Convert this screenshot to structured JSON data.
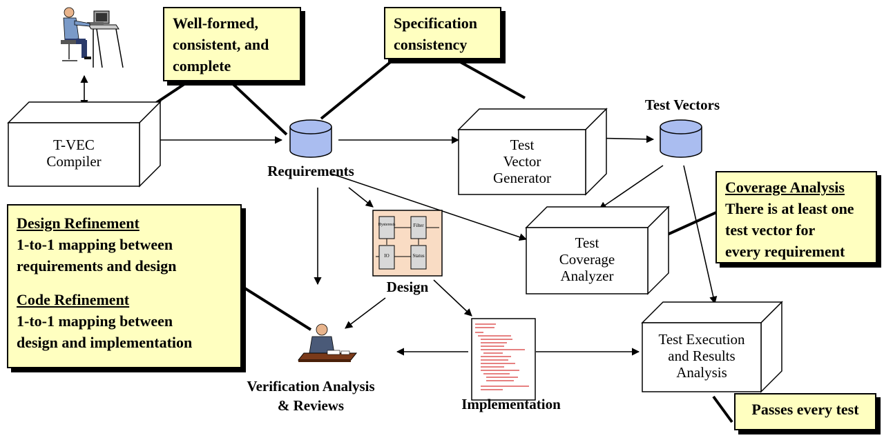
{
  "callouts": {
    "wellformed": [
      "Well-formed,",
      "consistent, and",
      "complete"
    ],
    "spec": [
      "Specification",
      "consistency"
    ],
    "coverage": {
      "title": "Coverage Analysis",
      "lines": [
        "There is at least one",
        "test vector for",
        "every requirement"
      ]
    },
    "refinement": {
      "design_title": "Design Refinement",
      "design_lines": [
        "1-to-1 mapping between",
        "requirements and design"
      ],
      "code_title": "Code Refinement",
      "code_lines": [
        "1-to-1 mapping between",
        "design and implementation"
      ]
    },
    "passes": "Passes every test"
  },
  "boxes": {
    "compiler": [
      "T-VEC",
      "Compiler"
    ],
    "generator": [
      "Test",
      "Vector",
      "Generator"
    ],
    "coverage": [
      "Test",
      "Coverage",
      "Analyzer"
    ],
    "execution": [
      "Test Execution",
      "and Results",
      "Analysis"
    ]
  },
  "labels": {
    "requirements": "Requirements",
    "test_vectors": "Test Vectors",
    "design": "Design",
    "verification": [
      "Verification Analysis",
      "& Reviews"
    ],
    "implementation": "Implementation"
  },
  "design_blocks": [
    "Hysteresis",
    "Filter",
    "IO",
    "Status"
  ],
  "colors": {
    "callout_fill": "#ffffc0",
    "cylinder_fill": "#aabdf0",
    "design_fill": "#f9dcc4",
    "block_fill": "#d8d8d8"
  }
}
